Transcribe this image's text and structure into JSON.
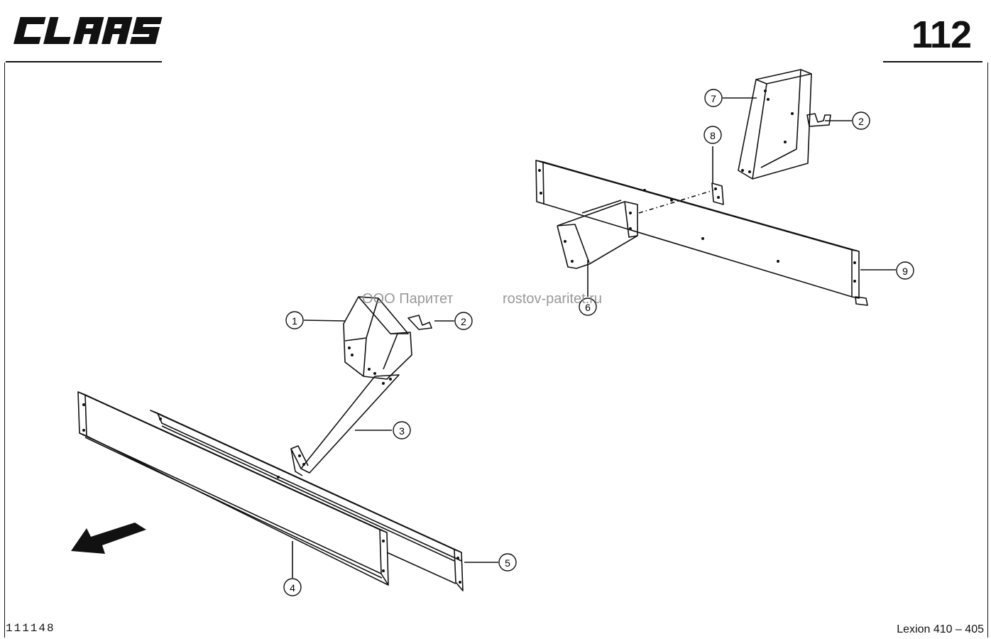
{
  "header": {
    "brand_logo": "CLAAS",
    "page_number": "112"
  },
  "footer": {
    "doc_number": "111148",
    "model": "Lexion 410 – 405"
  },
  "watermark": {
    "company": "ООО Паритет",
    "site": "rostov-paritet.ru"
  },
  "callouts": [
    {
      "id": "c1",
      "label": "1"
    },
    {
      "id": "c2a",
      "label": "2"
    },
    {
      "id": "c3",
      "label": "3"
    },
    {
      "id": "c4",
      "label": "4"
    },
    {
      "id": "c5",
      "label": "5"
    },
    {
      "id": "c6",
      "label": "6"
    },
    {
      "id": "c7",
      "label": "7"
    },
    {
      "id": "c8",
      "label": "8"
    },
    {
      "id": "c2b",
      "label": "2"
    },
    {
      "id": "c9",
      "label": "9"
    }
  ],
  "icons": {
    "direction_arrow": "travel-direction-arrow-icon"
  },
  "colors": {
    "line": "#111111",
    "watermark": "#888888",
    "background": "#ffffff"
  }
}
